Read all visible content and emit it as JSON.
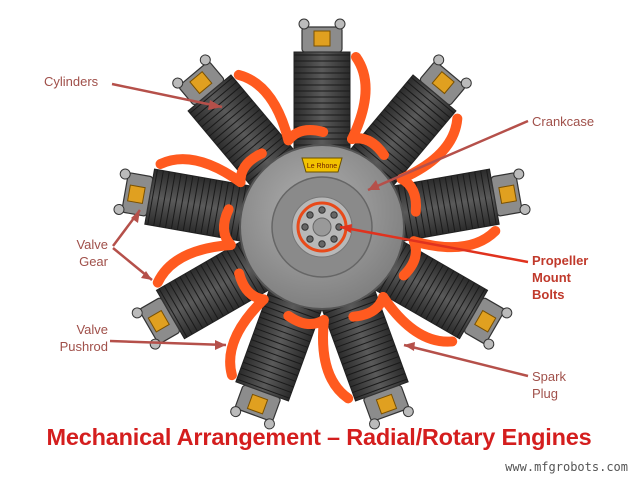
{
  "title": "Mechanical Arrangement – Radial/Rotary Engines",
  "watermark": "www.mfgrobots.com",
  "badge": "Le Rhone",
  "labels": {
    "cylinders": "Cylinders",
    "crankcase": "Crankcase",
    "valve_gear": [
      "Valve",
      "Gear"
    ],
    "propeller_mount_bolts": [
      "Propeller",
      "Mount",
      "Bolts"
    ],
    "valve_pushrod": [
      "Valve",
      "Pushrod"
    ],
    "spark_plug": [
      "Spark",
      "Plug"
    ]
  },
  "colors": {
    "title": "#d41e1e",
    "label": "#a0504a",
    "pushrod": "#ff5a1f",
    "cylinder": "#4a4a4a",
    "crankcase": "#9a9a9a",
    "bolt_ring": "#e84a1a"
  }
}
